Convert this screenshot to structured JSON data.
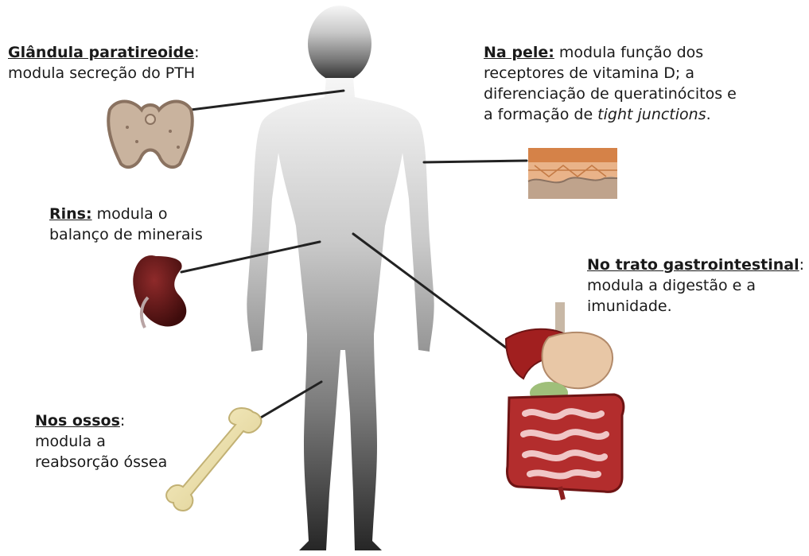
{
  "diagram": {
    "organs": {
      "thyroid": {
        "title": "Glândula paratireoide",
        "title_suffix": ":",
        "lines": [
          "modula secreção do PTH"
        ],
        "icon": "thyroid-gland-icon"
      },
      "skin": {
        "title": "Na pele:",
        "line1_rest": " modula função dos",
        "line2": "receptores de vitamina D; a",
        "line3": "diferenciação de queratinócitos e",
        "line4_plain": "a formação de ",
        "line4_italic": "tight junctions",
        "line4_end": ".",
        "icon": "skin-section-icon"
      },
      "kidney": {
        "title": "Rins:",
        "line1_rest": " modula o",
        "line2": "balanço de minerais",
        "icon": "kidney-icon"
      },
      "gut": {
        "title": "No trato gastrointestinal",
        "title_suffix": ":",
        "line2": "modula a digestão e a",
        "line3": "imunidade.",
        "icon": "digestive-tract-icon"
      },
      "bone": {
        "title": "Nos ossos",
        "title_suffix": ":",
        "line2": "modula a",
        "line3": "reabsorção óssea",
        "icon": "femur-bone-icon"
      }
    },
    "colors": {
      "body_top": "#f4f4f4",
      "body_bottom": "#262626",
      "connector": "#222222",
      "kidney": "#6b1a1a",
      "gut_red": "#b12a2a",
      "bone": "#f1e6b0"
    }
  }
}
